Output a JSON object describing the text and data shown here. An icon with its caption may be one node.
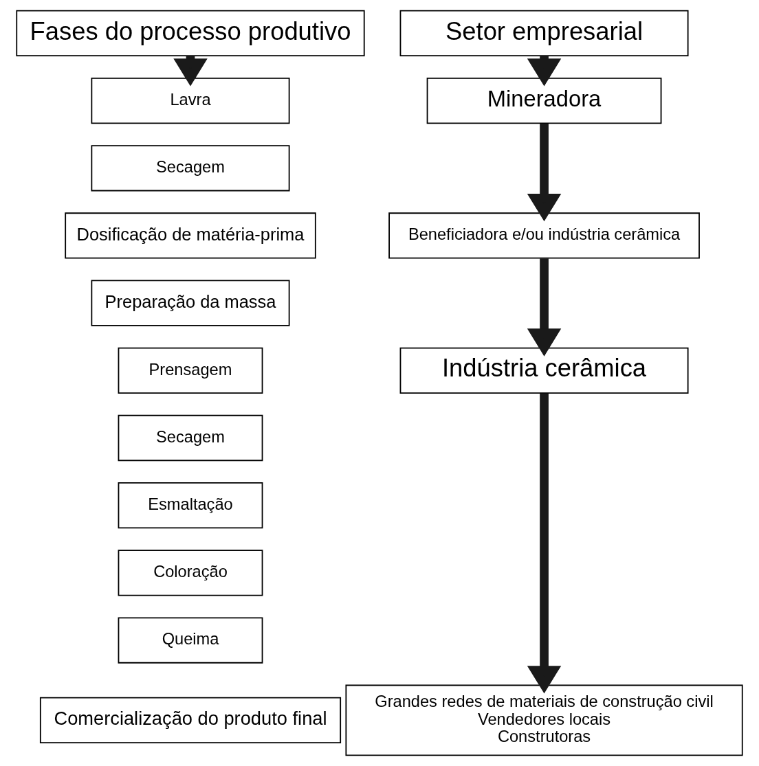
{
  "diagram": {
    "nodes": [
      {
        "text": [
          "Fases do processo produtivo"
        ]
      },
      {
        "text": [
          "Setor empresarial"
        ]
      },
      {
        "text": [
          "Lavra"
        ]
      },
      {
        "text": [
          "Secagem"
        ]
      },
      {
        "text": [
          "Mineradora"
        ]
      },
      {
        "text": [
          "Dosificação de matéria-prima"
        ]
      },
      {
        "text": [
          "Preparação da massa"
        ]
      },
      {
        "text": [
          "Beneficiadora e/ou indústria cerâmica"
        ]
      },
      {
        "text": [
          "Prensagem"
        ]
      },
      {
        "text": [
          "Secagem"
        ]
      },
      {
        "text": [
          "Esmaltação"
        ]
      },
      {
        "text": [
          "Coloração"
        ]
      },
      {
        "text": [
          "Queima"
        ]
      },
      {
        "text": [
          "Indústria cerâmica"
        ]
      },
      {
        "text": [
          "Comercialização do produto final"
        ]
      },
      {
        "text": [
          "Grandes redes de materiais de construção civil",
          "Vendedores locais",
          "Construtoras"
        ]
      }
    ],
    "edges": [
      {
        "from": 0,
        "to": 2,
        "arrow": "to"
      },
      {
        "from": 1,
        "to": 4,
        "arrow": "to"
      },
      {
        "from": 4,
        "to": 7,
        "arrow": "to"
      },
      {
        "from": 7,
        "to": 13,
        "arrow": "to"
      },
      {
        "from": 13,
        "to": 15,
        "arrow": "to"
      }
    ]
  }
}
